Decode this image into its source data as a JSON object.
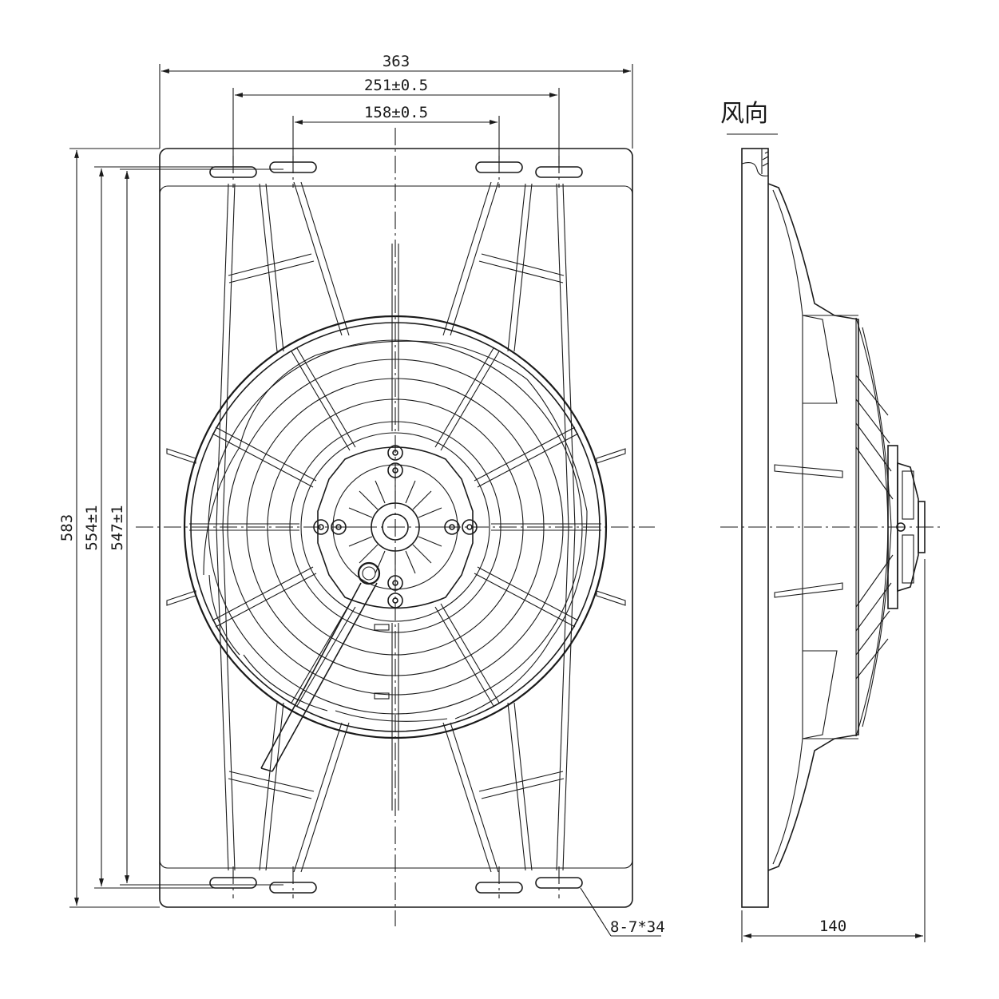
{
  "dimensions": {
    "overall_width": "363",
    "hole_spacing_outer": "251±0.5",
    "hole_spacing_inner": "158±0.5",
    "overall_height": "583",
    "hole_height_outer": "554±1",
    "hole_height_inner": "547±1",
    "depth": "140",
    "slot_callout": "8-7*34"
  },
  "labels": {
    "air_direction": "风向"
  }
}
